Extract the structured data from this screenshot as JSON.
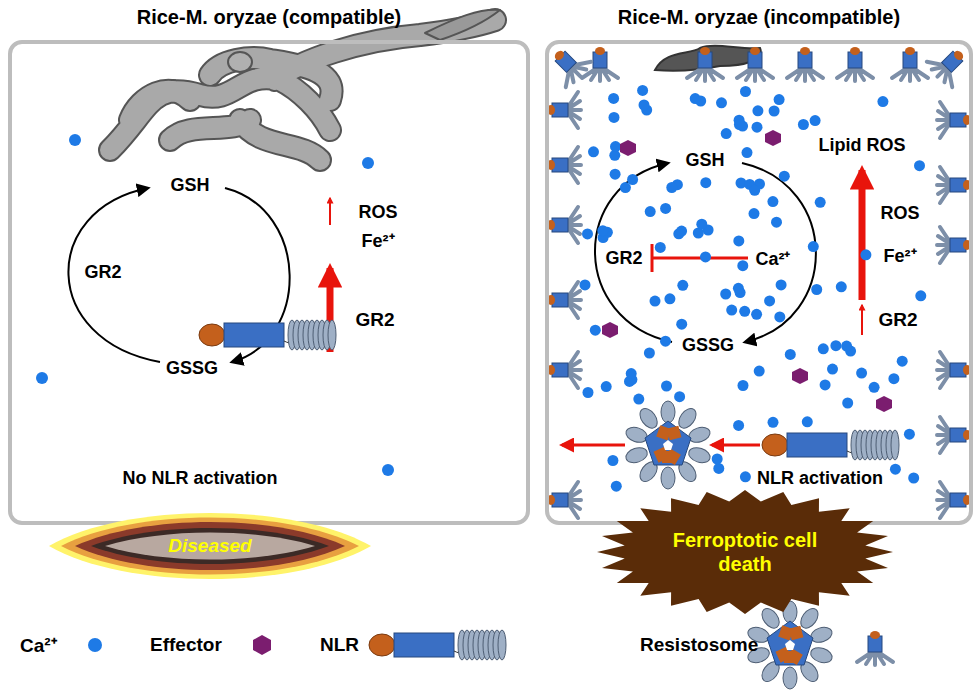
{
  "diagram": {
    "nodes": [
      {
        "text": [
          "Rice-M. oryzae (compatible)"
        ]
      },
      {
        "text": [
          "Diseased"
        ]
      },
      {
        "text": [
          "Rice-M. oryzae (incompatible)"
        ]
      },
      {
        "text": [
          "Ferroptotic cell death"
        ]
      }
    ],
    "labels": [
      "GSH",
      "GR2",
      "GSSG",
      "ROS",
      "Fe²⁺",
      "GR2",
      "No NLR activation",
      "GSH",
      "Lipid ROS",
      "ROS",
      "GR2",
      "Ca²⁺",
      "Fe²⁺",
      "GSSG",
      "GR2",
      "NLR activation"
    ],
    "legend": [
      {
        "text": "Ca²⁺",
        "color": "#1e7ae6"
      },
      {
        "text": "Effector",
        "color": "#7b1d6f"
      },
      {
        "text": "NLR"
      },
      {
        "text": "Resistosome"
      }
    ]
  }
}
